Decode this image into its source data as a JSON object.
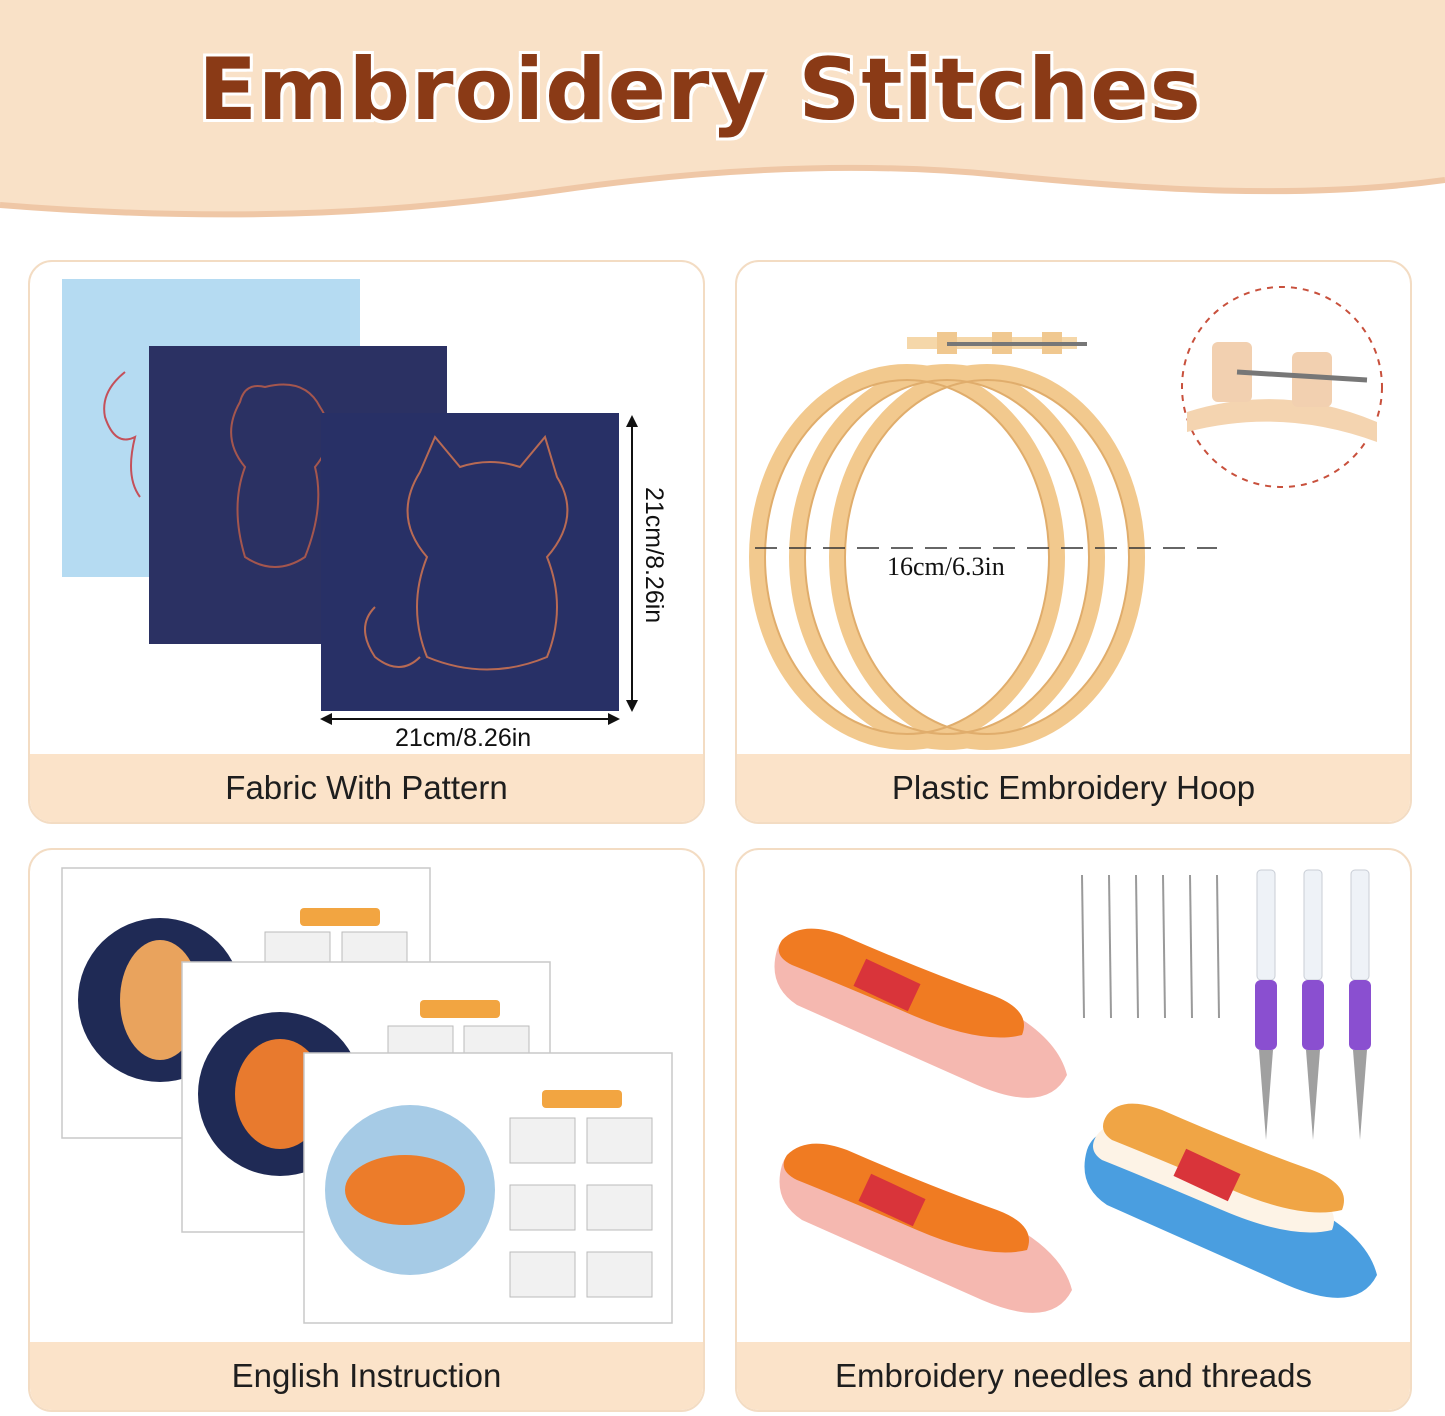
{
  "title": "Embroidery Stitches",
  "colors": {
    "title": "#8a3a16",
    "header_bg": "#f9e1c7",
    "caption_bg": "#fbe3c9",
    "card_border": "#f3dcc3",
    "navy_fabric": "#2b3163",
    "light_fabric": "#b5dbf2",
    "hoop": "#f2c98e",
    "thread_orange": "#f07b22",
    "thread_pink": "#f5b8b0"
  },
  "cards": {
    "fabric": {
      "caption": "Fabric With Pattern",
      "height_label": "21cm/8.26in",
      "width_label": "21cm/8.26in"
    },
    "hoop": {
      "caption": "Plastic Embroidery Hoop",
      "diameter_label": "16cm/6.3in"
    },
    "instruction": {
      "caption": "English Instruction"
    },
    "needles": {
      "caption": "Embroidery needles and threads"
    }
  }
}
